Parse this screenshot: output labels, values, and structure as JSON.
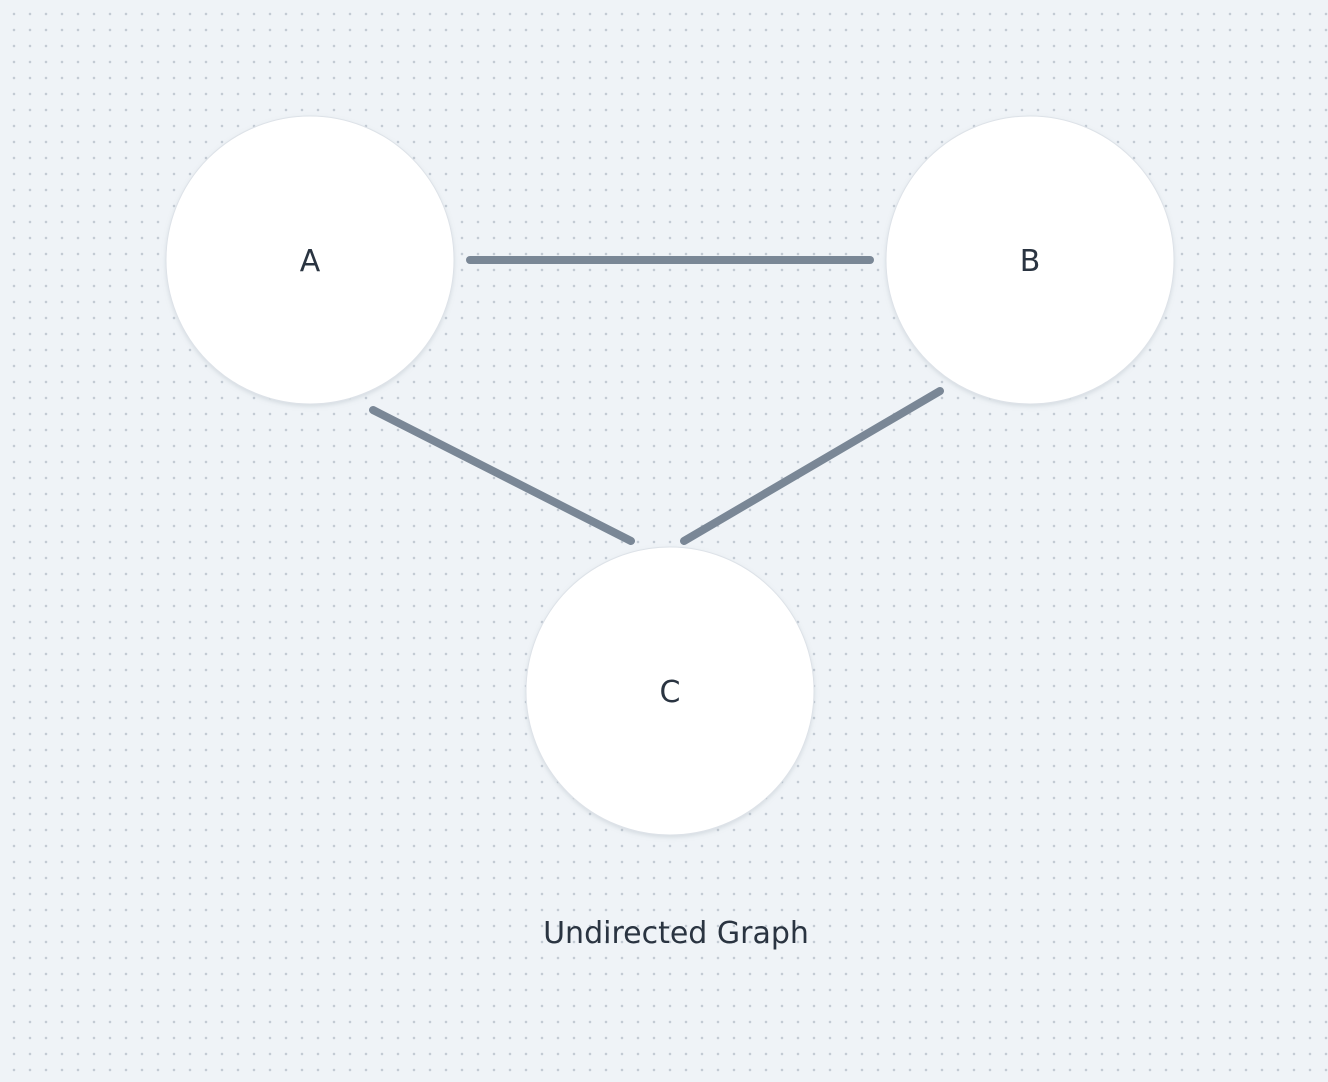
{
  "diagram": {
    "caption": "Undirected Graph",
    "nodes": [
      {
        "id": "A",
        "label": "A"
      },
      {
        "id": "B",
        "label": "B"
      },
      {
        "id": "C",
        "label": "C"
      }
    ],
    "edges": [
      {
        "from": "A",
        "to": "B"
      },
      {
        "from": "A",
        "to": "C"
      },
      {
        "from": "B",
        "to": "C"
      }
    ],
    "colors": {
      "edge": "#7a8796",
      "node_fill": "#ffffff",
      "node_stroke": "#dde2e8",
      "text": "#2a3441"
    }
  }
}
